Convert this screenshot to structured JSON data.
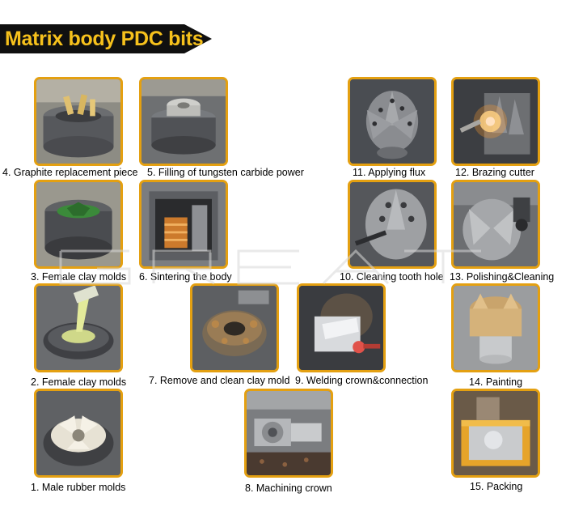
{
  "header": {
    "title": "Matrix body PDC bits"
  },
  "steps": [
    {
      "caption": "1. Male rubber molds",
      "photo": "male-rubber-molds-photo"
    },
    {
      "caption": "2. Female clay molds",
      "photo": "female-clay-molds-photo"
    },
    {
      "caption": "3. Female clay molds",
      "photo": "female-clay-molds-photo"
    },
    {
      "caption": "4. Graphite replacement piece",
      "photo": "graphite-piece-photo"
    },
    {
      "caption": "5. Filling of tungsten carbide power",
      "photo": "tungsten-filling-photo"
    },
    {
      "caption": "6. Sintering the body",
      "photo": "sintering-furnace-photo"
    },
    {
      "caption": "7. Remove and clean clay mold",
      "photo": "clean-clay-mold-photo"
    },
    {
      "caption": "8. Machining crown",
      "photo": "machining-crown-photo"
    },
    {
      "caption": "9. Welding crown&connection",
      "photo": "welding-photo"
    },
    {
      "caption": "10. Cleaning tooth hole",
      "photo": "cleaning-tooth-hole-photo"
    },
    {
      "caption": "11. Applying flux",
      "photo": "applying-flux-photo"
    },
    {
      "caption": "12. Brazing cutter",
      "photo": "brazing-cutter-photo"
    },
    {
      "caption": "13. Polishing&Cleaning",
      "photo": "polishing-photo"
    },
    {
      "caption": "14. Painting",
      "photo": "painting-photo"
    },
    {
      "caption": "15. Packing",
      "photo": "packing-photo"
    }
  ],
  "colors": {
    "frame": "#e4a011",
    "banner_bg": "#101010",
    "banner_text": "#f6c11c"
  }
}
